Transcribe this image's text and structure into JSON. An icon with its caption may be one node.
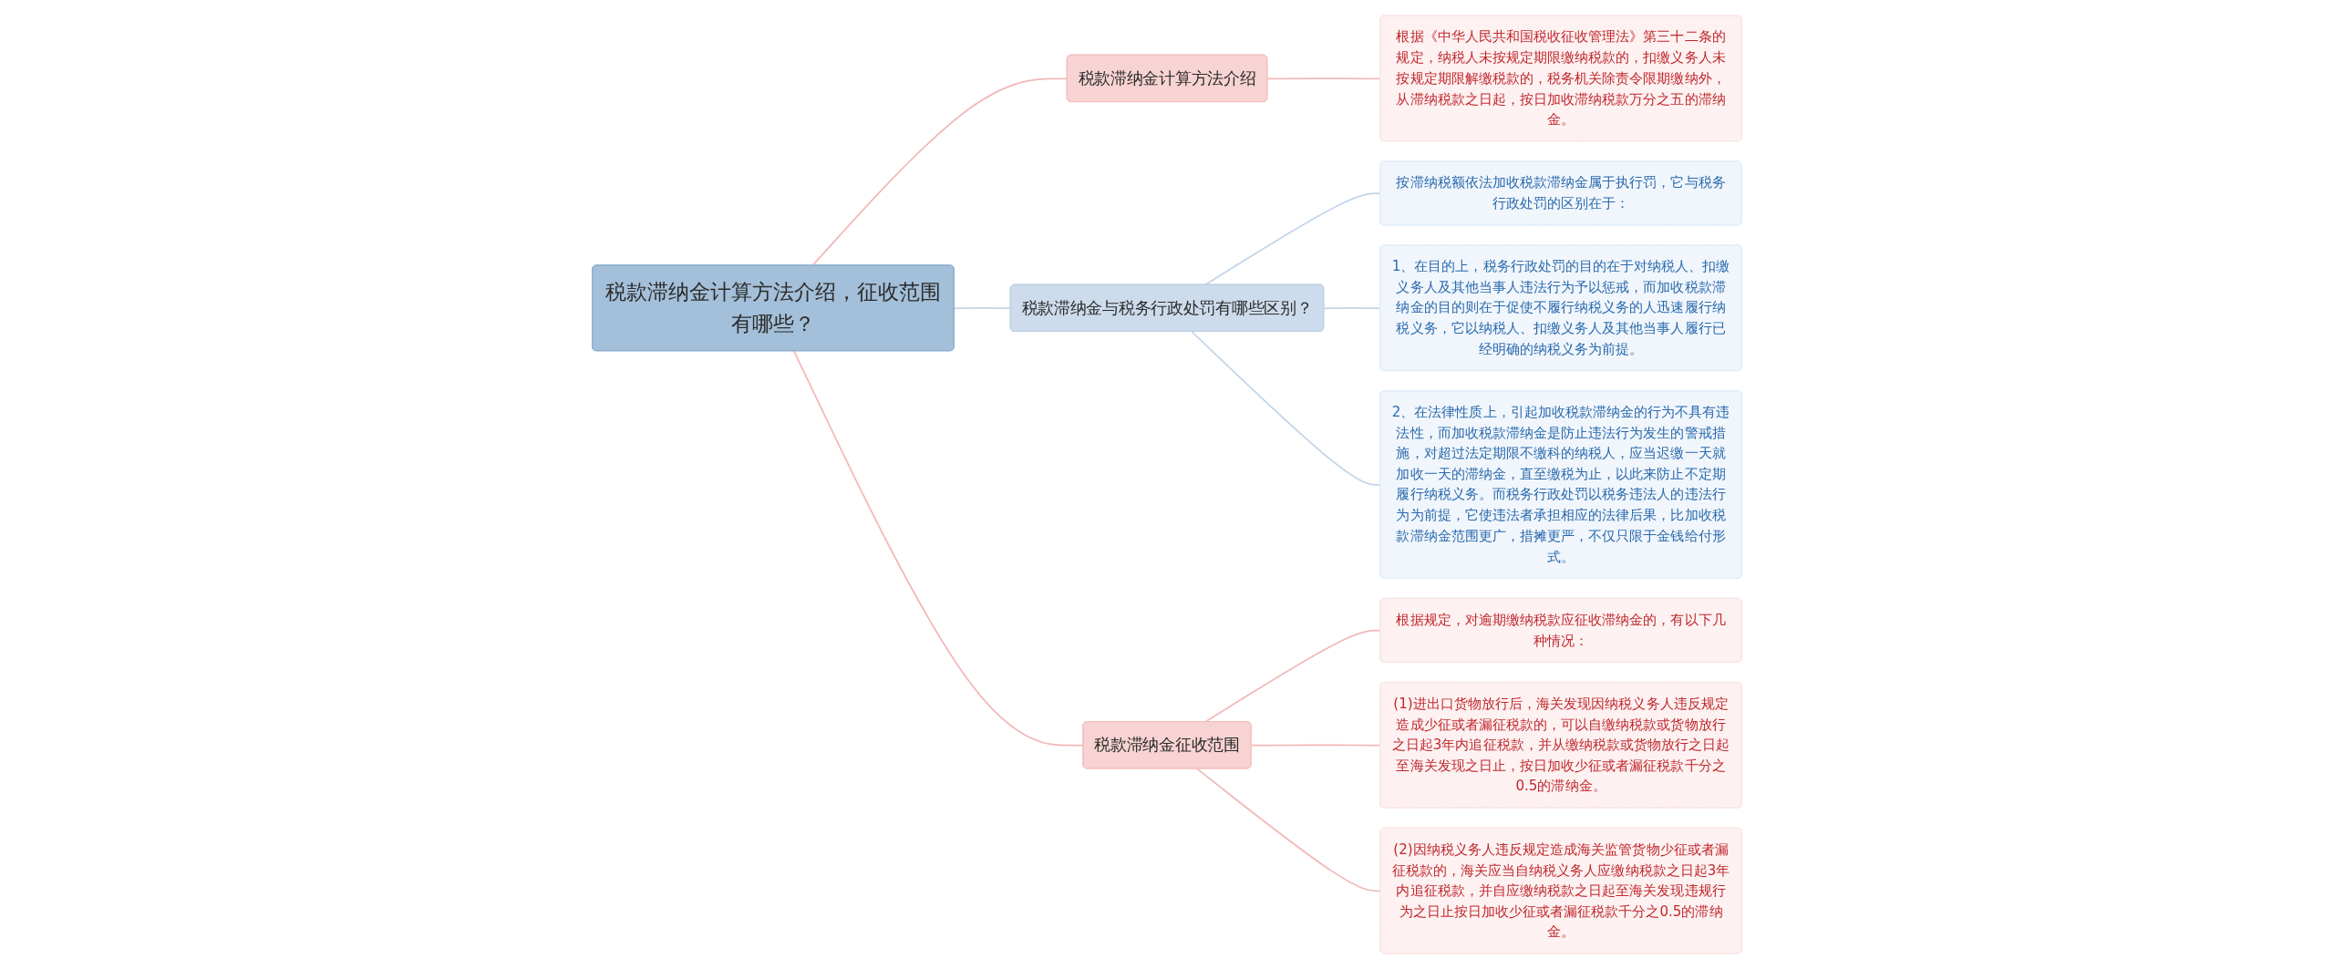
{
  "diagram": {
    "nodes": [
      {
        "text": [
          "税款滞纳金计算方法介绍，征收范围有哪些？"
        ]
      },
      {
        "text": [
          "税款滞纳金计算方法介绍"
        ]
      },
      {
        "text": [
          "根据《中华人民共和国税收征收管理法》第三十二条的规定，纳税人未按规定期限缴纳税款的，扣缴义务人未按规定期限解缴税款的，税务机关除责令限期缴纳外，从滞纳税款之日起，按日加收滞纳税款万分之五的滞纳金。"
        ]
      },
      {
        "text": [
          "税款滞纳金与税务行政处罚有哪些区别？"
        ]
      },
      {
        "text": [
          "按滞纳税额依法加收税款滞纳金属于执行罚，它与税务行政处罚的区别在于："
        ]
      },
      {
        "text": [
          "1、在目的上，税务行政处罚的目的在于对纳税人、扣缴义务人及其他当事人违法行为予以惩戒，而加收税款滞纳金的目的则在于促使不履行纳税义务的人迅速履行纳税义务，它以纳税人、扣缴义务人及其他当事人履行已经明确的纳税义务为前提。"
        ]
      },
      {
        "text": [
          "2、在法律性质上，引起加收税款滞纳金的行为不具有违法性，而加收税款滞纳金是防止违法行为发生的警戒措施，对超过法定期限不缴科的纳税人，应当迟缴一天就加收一天的滞纳金，直至缴税为止，以此来防止不定期履行纳税义务。而税务行政处罚以税务违法人的违法行为为前提，它使违法者承担相应的法律后果，比加收税款滞纳金范围更广，措摊更严，不仅只限于金钱给付形式。"
        ]
      },
      {
        "text": [
          "税款滞纳金征收范围"
        ]
      },
      {
        "text": [
          "根据规定，对逾期缴纳税款应征收滞纳金的，有以下几种情况："
        ]
      },
      {
        "text": [
          "(1)进出口货物放行后，海关发现因纳税义务人违反规定造成少征或者漏征税款的，可以自缴纳税款或货物放行之日起3年内追征税款，并从缴纳税款或货物放行之日起至海关发现之日止，按日加收少征或者漏征税款千分之0.5的滞纳金。"
        ]
      },
      {
        "text": [
          "(2)因纳税义务人违反规定造成海关监管货物少征或者漏征税款的，海关应当自纳税义务人应缴纳税款之日起3年内追征税款，并自应缴纳税款之日起至海关发现违规行为之日止按日加收少征或者漏征税款千分之0.5的滞纳金。"
        ]
      }
    ],
    "edges": [
      {
        "from": 0,
        "to": 1,
        "arrow": "none"
      },
      {
        "from": 1,
        "to": 2,
        "arrow": "none"
      },
      {
        "from": 0,
        "to": 3,
        "arrow": "none",
        "color": "#c3d5e8"
      },
      {
        "from": 3,
        "to": 4,
        "arrow": "none",
        "color": "#c3d5e8"
      },
      {
        "from": 3,
        "to": 5,
        "arrow": "none",
        "color": "#c3d5e8"
      },
      {
        "from": 3,
        "to": 6,
        "arrow": "none",
        "color": "#c3d5e8"
      },
      {
        "from": 0,
        "to": 7,
        "arrow": "none"
      },
      {
        "from": 7,
        "to": 8,
        "arrow": "none"
      },
      {
        "from": 7,
        "to": 9,
        "arrow": "none"
      },
      {
        "from": 7,
        "to": 10,
        "arrow": "none"
      }
    ]
  }
}
